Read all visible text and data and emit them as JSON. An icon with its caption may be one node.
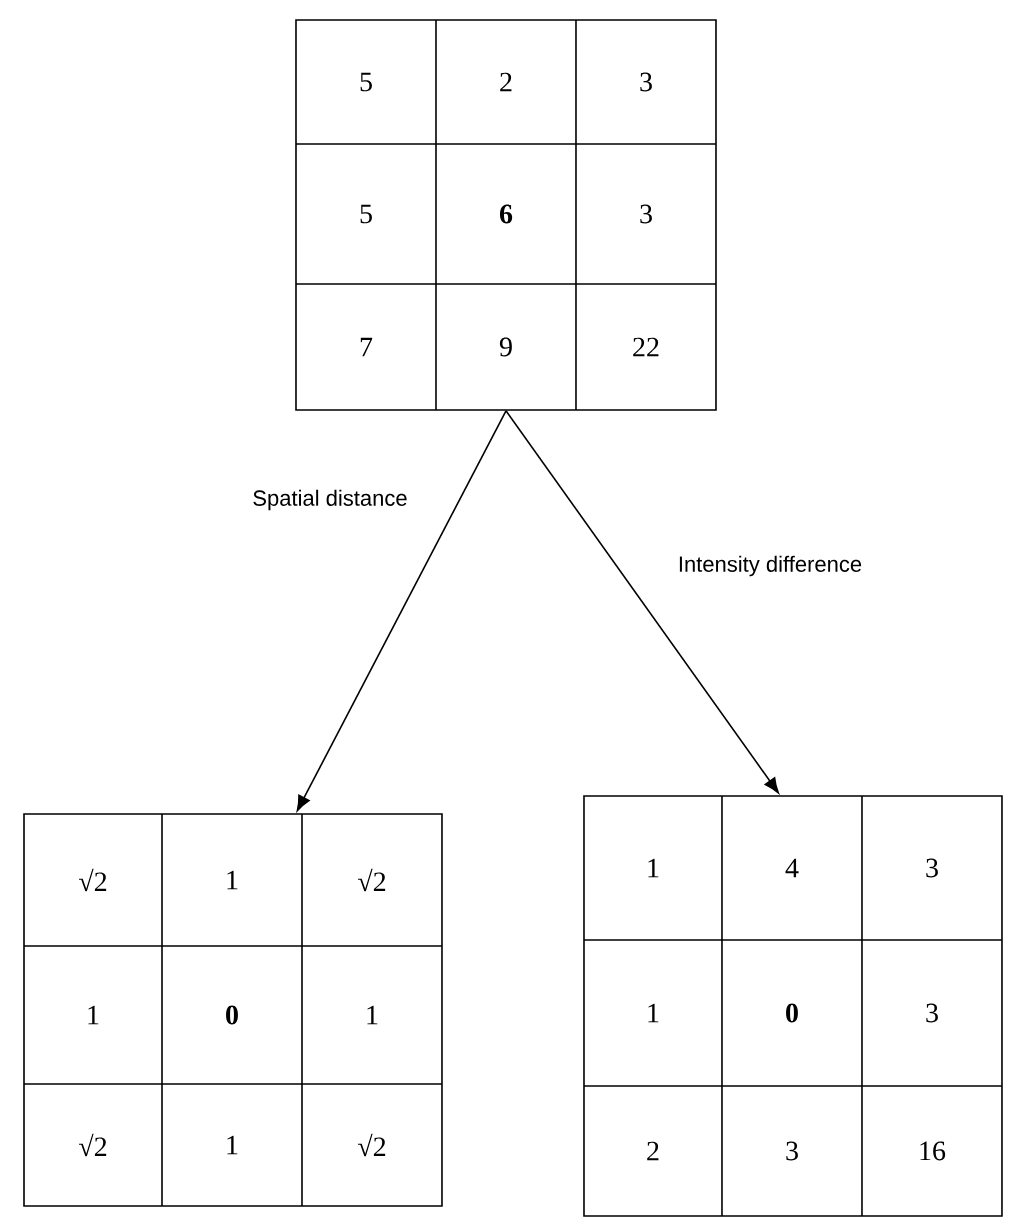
{
  "diagram": {
    "nodes": [
      {
        "text": [
          "5",
          "2",
          "3",
          "5",
          "6",
          "3",
          "7",
          "9",
          "22"
        ]
      },
      {
        "text": [
          "√2",
          "1",
          "√2",
          "1",
          "0",
          "1",
          "√2",
          "1",
          "√2"
        ]
      },
      {
        "text": [
          "1",
          "4",
          "3",
          "1",
          "0",
          "3",
          "2",
          "3",
          "16"
        ]
      }
    ],
    "edges": [
      {
        "from": 0,
        "to": 1,
        "arrow": "to",
        "label": "Spatial distance"
      },
      {
        "from": 0,
        "to": 2,
        "arrow": "to",
        "label": "Intensity difference"
      }
    ]
  }
}
